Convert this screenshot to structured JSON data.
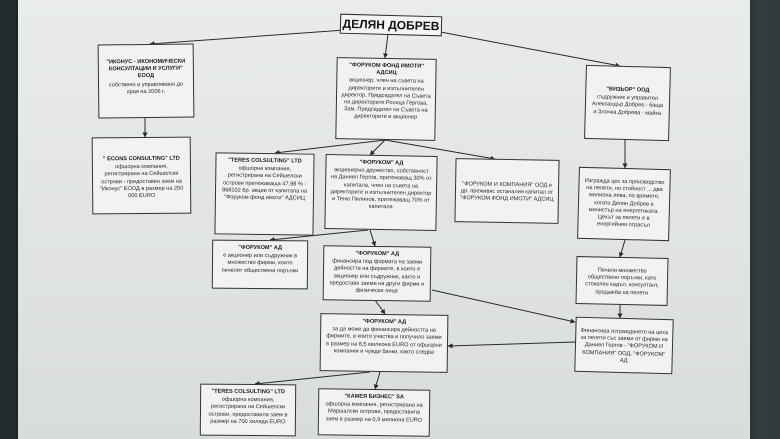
{
  "title": "ДЕЛЯН ДОБРЕВ",
  "boxes": {
    "ikonus": {
      "name": "\"ИКОНУС - ИКОНОМИЧЕСКИ КОНСУЛТАЦИИ И УСЛУГИ\" ЕООД",
      "desc": "собствено и управлявано до края на 2006 г."
    },
    "forum_fond": {
      "name": "\"ФОРУКОМ ФОНД ИМОТИ\" АДСИЦ",
      "desc": "акционер, член на съвета на директорите и изпълнителен директор. Председател на Съвета на директорите Росица Гергова, Зам. Председател на Съвета на директорите и акционер"
    },
    "vizor": {
      "name": "\"ВИЗЬОР\" ООД",
      "desc": "съдружник и управител Александър Добрев - баща и Злочка Добрева - майка"
    },
    "econs": {
      "name": "\" ECONS CONSULTING\" LTD",
      "desc": "офшорна компания, регистрирана на Сейшелски острови - предоставен заем на \"Иконус\" ЕООД в размер на 250 000 EURO"
    },
    "teres1": {
      "name": "\"TERES COLSULTING\" LTD",
      "desc": "офшорна компания, регистрирана на Сейшелски острови притежаваща 47,98 % - 868102 бр. акции от капитала на \"Форуком фонд имоти\" АДСИЦ"
    },
    "forum_ad1": {
      "name": "\"ФОРУКОМ\" АД",
      "desc": "акционерно дружество, собственост на Даниел Гергов, притежаващ 30% от капитала, член на съвета на директорите и изпълнителен директор и Теню Пилинов, притежаващ 70% от капитала"
    },
    "forum_company": {
      "name": "",
      "desc": "\"ФОРУКОМ И КОМПАНИЯ\" ООД е др. преживяс останалия капитал от \"ФОРУКОМ ФОНД ИМОТИ\" АДСИЦ"
    },
    "vizor_note": {
      "name": "",
      "desc": "Изгражда цех за производство на пелети, но стойност ... два милиона лева, по времето, когато Делян Добрев е министър на енергетиката. Цехът за пелети е в енергийния отрасъл"
    },
    "forum_ad2": {
      "name": "\"ФОРУКОМ\" АД",
      "desc": "е акционер или съдружник в множество фирми, които печелят обществени поръчки"
    },
    "forum_ad3": {
      "name": "\"ФОРУКОМ\" АД",
      "desc": "финансира под формата на заеми дейността на фирмите, в които е акционер или съдружник, както и предоставя заеми на други фирми и физически лица"
    },
    "vizor_tenders": {
      "name": "",
      "desc": "Печели множество обществени поръчки, като стокелен кадъл, консултант, продажба на пелети"
    },
    "forum_ad4": {
      "name": "\"ФОРУКОМ\" АД",
      "desc": "за да може да финансира дейността на фирмите, в които участва и получило заеми в размер на 8,5 милиона EURO от офшорни компании и чужди банки, както следва"
    },
    "vizor_finance": {
      "name": "",
      "desc": "Финансира изграждането на цеха за пелети със заеми от фирми на Даниел Гергов - \"ФОРУКОМ И КОМПАНИЯ\" ООД, \"ФОРУКОМ\" АД"
    },
    "teres2": {
      "name": "\"TERES COLSULTING\" LTD",
      "desc": "офшорна компания, регистрирана на Сейшелски острови, предоставила заем в размер на 700 хиляди EURO"
    },
    "kameya": {
      "name": "\"КАМЕЯ БИЗНЕС\" SA",
      "desc": "офшорна компания, регистрирана на Маршалски острови, предоставила заем в размер на 0,9 милиона EURO"
    }
  }
}
